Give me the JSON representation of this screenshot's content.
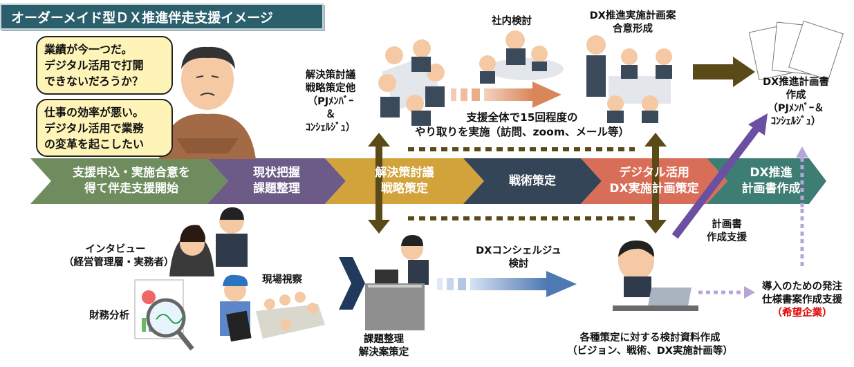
{
  "title": "オーダーメイド型ＤＸ推進伴走支援イメージ",
  "bubbles": [
    {
      "lines": [
        "業績が今一つだ。",
        "デジタル活用で打開",
        "できないだろうか？"
      ]
    },
    {
      "lines": [
        "仕事の効率が悪い。",
        "デジタル活用で業務",
        "の変革を起こしたい"
      ]
    }
  ],
  "stages": [
    {
      "lines": [
        "支援申込・実施合意を",
        "得て伴走支援開始"
      ],
      "color": "#6e8c5e"
    },
    {
      "lines": [
        "現状把握",
        "課題整理"
      ],
      "color": "#6c5a87"
    },
    {
      "lines": [
        "解決策討議",
        "戦略策定"
      ],
      "color": "#d3a33b"
    },
    {
      "lines": [
        "戦術策定"
      ],
      "color": "#344558"
    },
    {
      "lines": [
        "デジタル活用",
        "DX実施計画策定"
      ],
      "color": "#d96e58"
    },
    {
      "lines": [
        "DX推進",
        "計画書作成"
      ],
      "color": "#3e7d74"
    }
  ],
  "labels": {
    "kaiketsu_top": [
      "解決策討議",
      "戦略策定他",
      "（PJﾒﾝﾊﾞｰ",
      "＆",
      "ｺﾝｼｪﾙｼﾞｭ）"
    ],
    "shanai": "社内検討",
    "dx_plan_draft": [
      "DX推進実施計画案",
      "合意形成"
    ],
    "support_total": [
      "支援全体で15回程度の",
      "やり取りを実施（訪問、zoom、メール等）"
    ],
    "dx_plan_doc": [
      "DX推進計画書",
      "作成",
      "（PJﾒﾝﾊﾞｰ＆",
      "ｺﾝｼｪﾙｼﾞｭ）"
    ],
    "plan_support": [
      "計画書",
      "作成支援"
    ],
    "interview": [
      "インタビュー",
      "（経営管理層・実務者）"
    ],
    "site_visit": "現場視察",
    "finance": "財務分析",
    "issue_org": [
      "課題整理",
      "解決案策定"
    ],
    "dx_concierge": [
      "DXコンシェルジュ",
      "検討"
    ],
    "materials": [
      "各種策定に対する検討資料作成",
      "（ビジョン、戦術、DX実施計画等）"
    ],
    "intro_spec": [
      "導入のための発注",
      "仕様書案作成支援"
    ],
    "hope": "（希望企業）"
  },
  "colors": {
    "banner": "#2b5f6b",
    "arrow_dark": "#5a4a18",
    "arrow_orange": "#d9875a",
    "arrow_blue": "#4f79b3",
    "purple": "#6b4fa0",
    "dotted_purple": "#b6a6d8"
  }
}
